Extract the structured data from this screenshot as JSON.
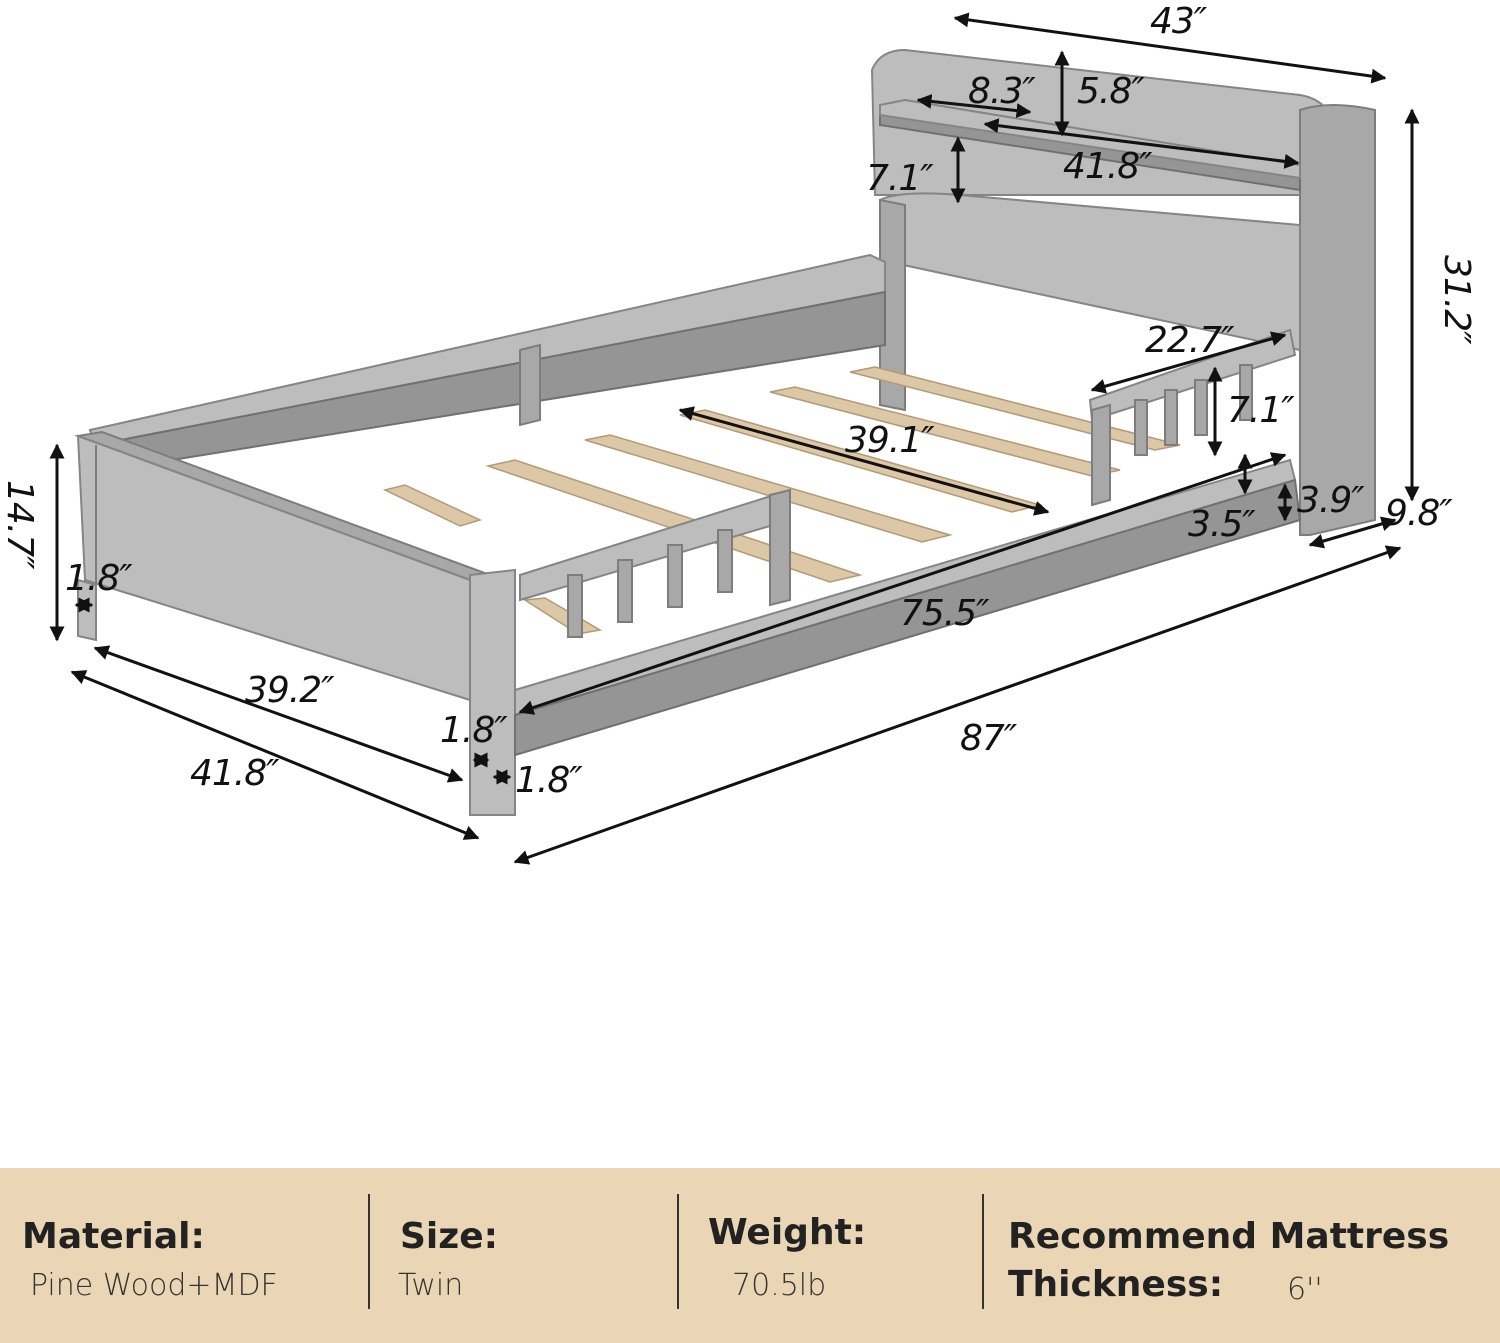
{
  "dimensions": {
    "headboard_width": "43″",
    "shelf_depth": "8.3″",
    "shelf_gap": "5.8″",
    "shelf_length": "41.8″",
    "shelf_height": "7.1″",
    "headboard_height": "31.2″",
    "guardrail_length": "22.7″",
    "guardrail_height": "7.1″",
    "slat_length": "39.1″",
    "rail_gap": "3.5″",
    "rail_height": "3.9″",
    "headboard_depth": "9.8″",
    "side_length": "75.5″",
    "total_length": "87″",
    "footboard_height": "14.7″",
    "post_width_left": "1.8″",
    "inner_width": "39.2″",
    "outer_width": "41.8″",
    "post_width_front": "1.8″",
    "post_depth_front": "1.8″"
  },
  "specs": {
    "material_title": "Material:",
    "material_value": "Pine Wood+MDF",
    "size_title": "Size:",
    "size_value": "Twin",
    "weight_title": "Weight:",
    "weight_value": "70.5lb",
    "mattress_title_line1": "Recommend Mattress",
    "mattress_title_line2": "Thickness:",
    "mattress_value": "6''"
  },
  "colors": {
    "spec_bar_background": "#ead6b5",
    "bed_finish": "#a8a8a8",
    "slat_color": "#dcc7a6"
  }
}
